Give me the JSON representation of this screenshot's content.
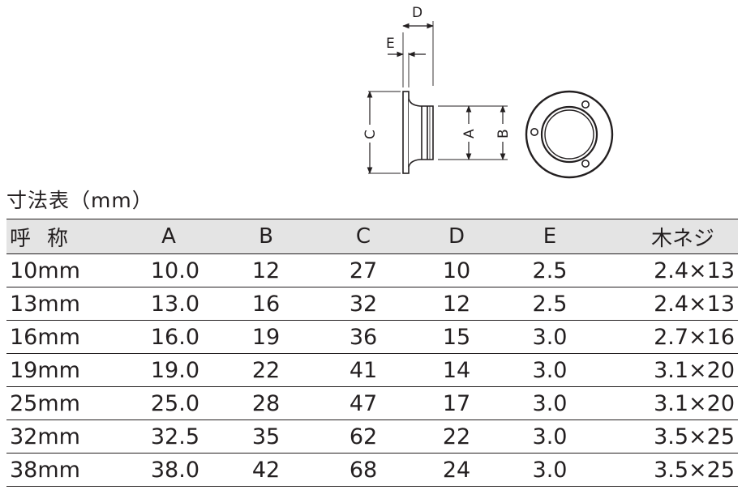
{
  "drawing": {
    "dim_labels": {
      "D": "D",
      "E": "E",
      "C": "C",
      "A": "A",
      "B": "B"
    }
  },
  "caption": "寸法表（mm）",
  "table": {
    "headers": [
      "呼称",
      "A",
      "B",
      "C",
      "D",
      "E",
      "木ネジ"
    ],
    "rows": [
      [
        "10mm",
        "10.0",
        "12",
        "27",
        "10",
        "2.5",
        "2.4×13"
      ],
      [
        "13mm",
        "13.0",
        "16",
        "32",
        "12",
        "2.5",
        "2.4×13"
      ],
      [
        "16mm",
        "16.0",
        "19",
        "36",
        "15",
        "3.0",
        "2.7×16"
      ],
      [
        "19mm",
        "19.0",
        "22",
        "41",
        "14",
        "3.0",
        "3.1×20"
      ],
      [
        "25mm",
        "25.0",
        "28",
        "47",
        "17",
        "3.0",
        "3.1×20"
      ],
      [
        "32mm",
        "32.5",
        "35",
        "62",
        "22",
        "3.0",
        "3.5×25"
      ],
      [
        "38mm",
        "38.0",
        "42",
        "68",
        "24",
        "3.0",
        "3.5×25"
      ]
    ]
  },
  "colors": {
    "line": "#231f20",
    "header_bg": "#e4e4e4",
    "background": "#ffffff"
  }
}
